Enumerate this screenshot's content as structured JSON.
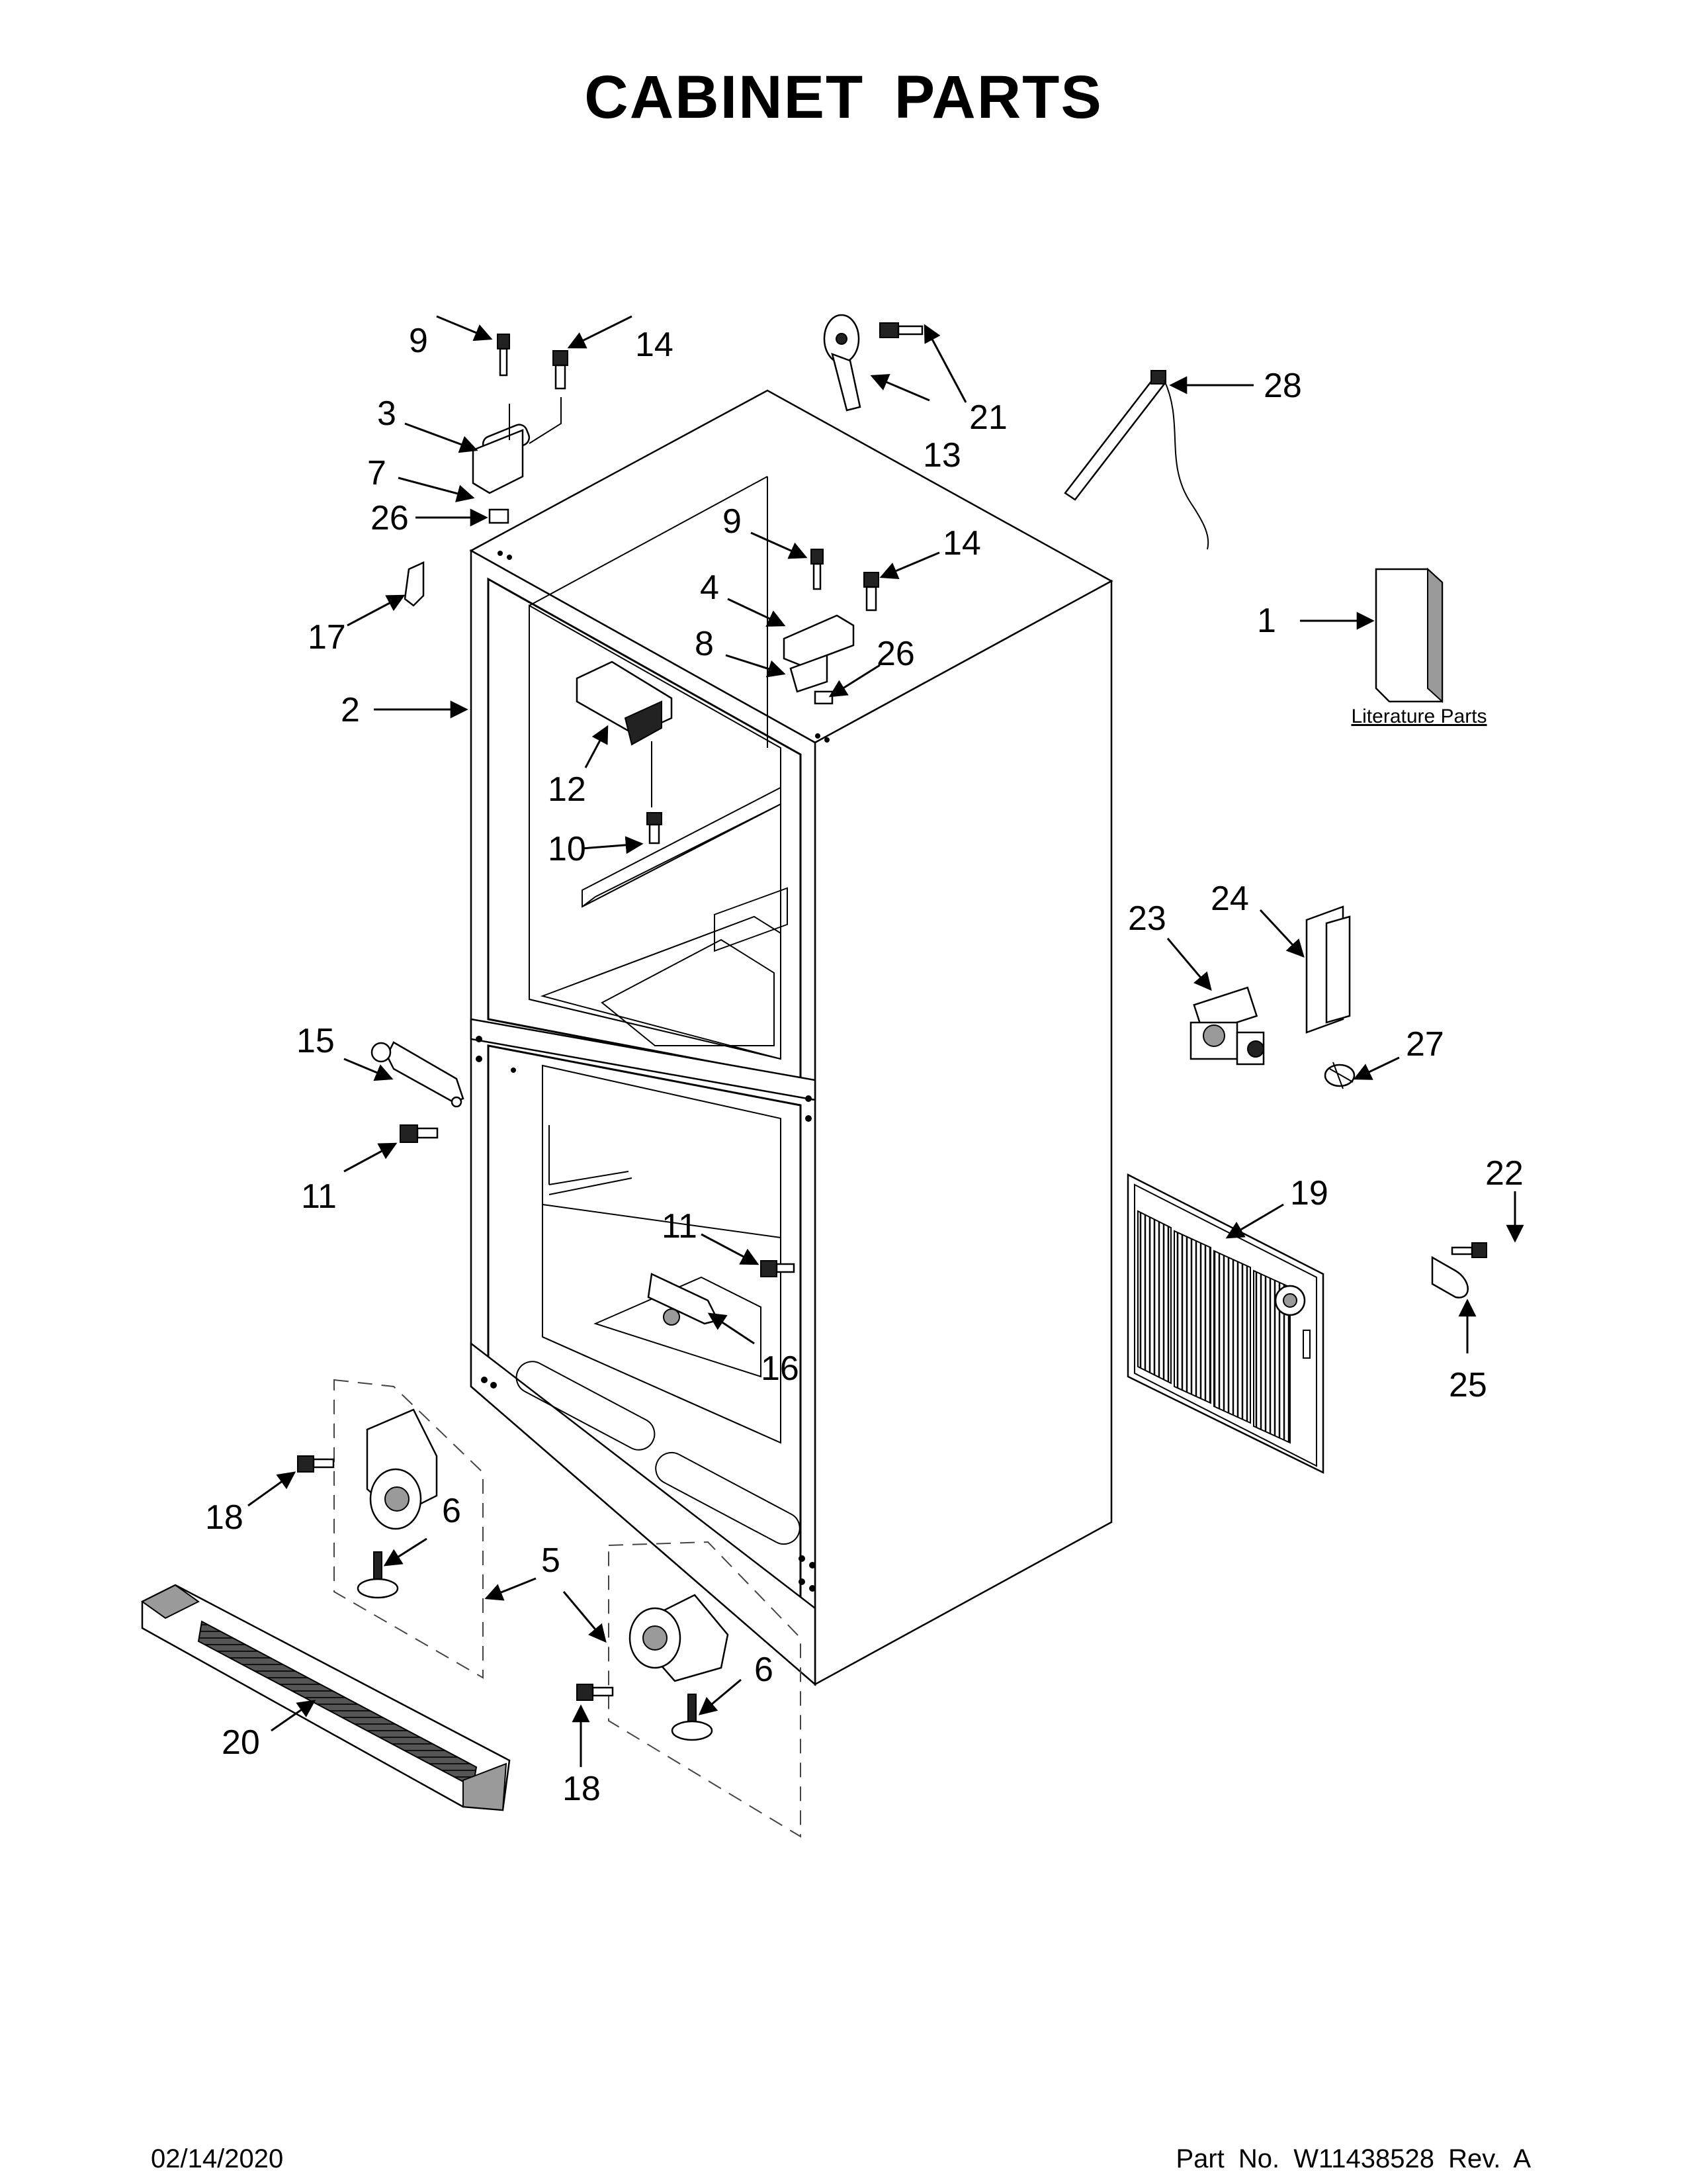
{
  "title": "CABINET PARTS",
  "literature_label": "Literature Parts",
  "footer": {
    "date": "02/14/2020",
    "part_number": "Part No.  W11438528  Rev.  A"
  },
  "callouts": {
    "c1": "1",
    "c2": "2",
    "c3": "3",
    "c4": "4",
    "c5": "5",
    "c6a": "6",
    "c6b": "6",
    "c7": "7",
    "c8": "8",
    "c9a": "9",
    "c9b": "9",
    "c10": "10",
    "c11a": "11",
    "c11b": "11",
    "c12": "12",
    "c13": "13",
    "c14a": "14",
    "c14b": "14",
    "c15": "15",
    "c16": "16",
    "c17": "17",
    "c18a": "18",
    "c18b": "18",
    "c19": "19",
    "c20": "20",
    "c21": "21",
    "c22": "22",
    "c23": "23",
    "c24": "24",
    "c25": "25",
    "c26a": "26",
    "c26b": "26",
    "c27": "27",
    "c28": "28"
  }
}
